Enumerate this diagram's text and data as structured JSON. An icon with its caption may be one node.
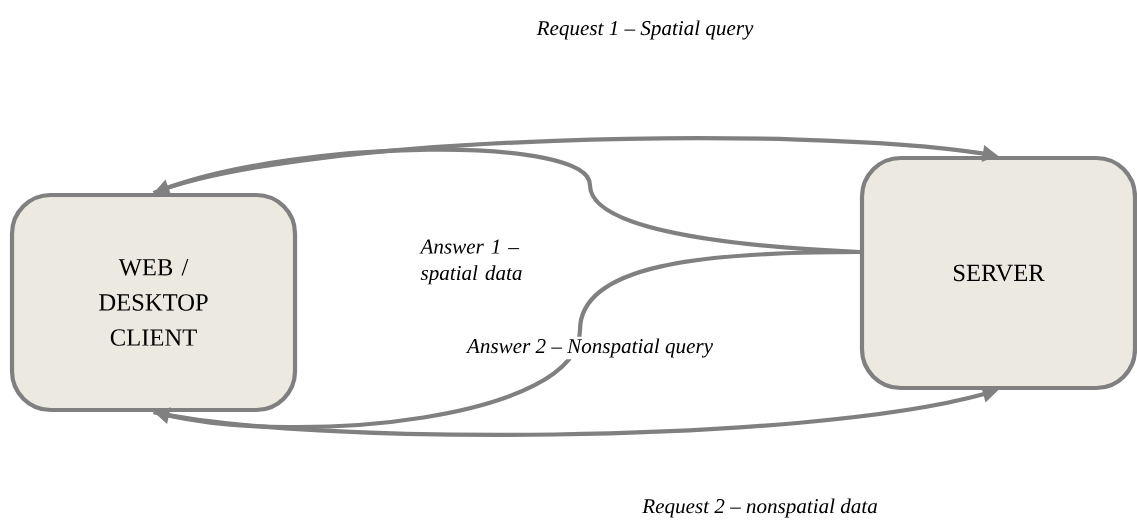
{
  "diagram": {
    "nodes": [
      {
        "text": [
          "WEB / DESKTOP CLIENT"
        ]
      },
      {
        "text": [
          "SERVER"
        ]
      }
    ],
    "edges": [
      {
        "from": 0,
        "to": 1,
        "arrow": "to",
        "label": "Request 1 – Spatial query"
      },
      {
        "from": 1,
        "to": 0,
        "arrow": "to",
        "label": "Answer 1 – spatial data"
      },
      {
        "from": 1,
        "to": 0,
        "arrow": "to",
        "label": "Answer 2 – Nonspatial query"
      },
      {
        "from": 0,
        "to": 1,
        "arrow": "to",
        "label": "Request 2 – nonspatial data"
      }
    ]
  }
}
